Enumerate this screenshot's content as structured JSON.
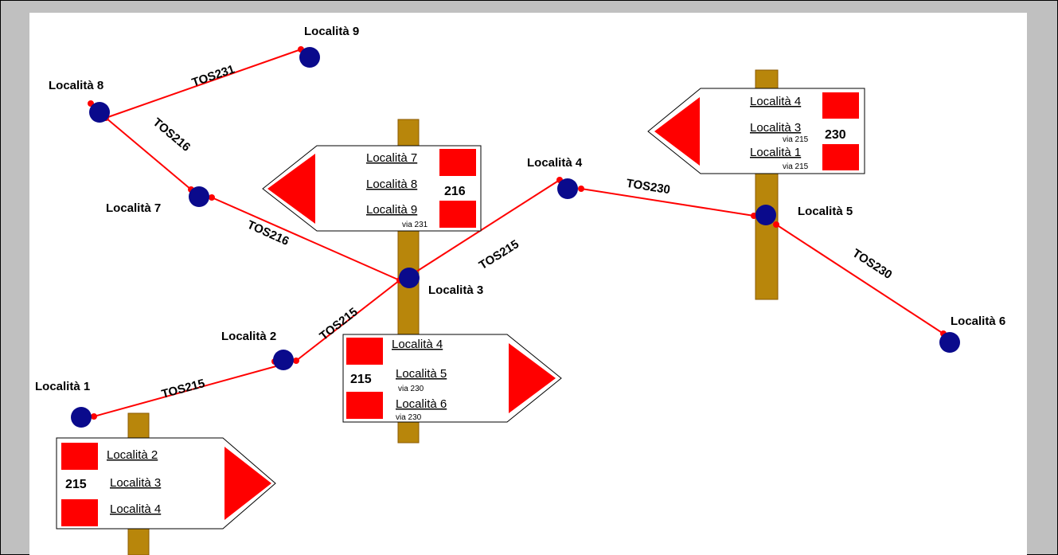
{
  "nodes": {
    "n1": "Località 1",
    "n2": "Località 2",
    "n3": "Località 3",
    "n4": "Località 4",
    "n5": "Località 5",
    "n6": "Località 6",
    "n7": "Località 7",
    "n8": "Località 8",
    "n9": "Località 9"
  },
  "roads": {
    "r1_2": "TOS215",
    "r2_3": "TOS215",
    "r3_4": "TOS215",
    "r4_5": "TOS230",
    "r5_6": "TOS230",
    "r7_3": "TOS216",
    "r8_7": "TOS216",
    "r8_9": "TOS231"
  },
  "signs": {
    "s1": {
      "number": "215",
      "dest1": "Località 2",
      "dest2": "Località 3",
      "dest3": "Località 4"
    },
    "s3_left": {
      "number": "216",
      "dest1": "Località 7",
      "dest2": "Località 8",
      "dest3": "Località 9",
      "via3": "via 231"
    },
    "s3_right": {
      "number": "215",
      "dest1": "Località 4",
      "dest2": "Località 5",
      "via2": "via 230",
      "dest3": "Località 6",
      "via3": "via 230"
    },
    "s5": {
      "number": "230",
      "dest1": "Località 4",
      "dest2": "Località 3",
      "via2": "via 215",
      "dest3": "Località 1",
      "via3": "via 215"
    }
  },
  "colors": {
    "road": "#ff0000",
    "node": "#0a0a8c",
    "pole": "#b8860b",
    "marker": "#ff0000"
  }
}
